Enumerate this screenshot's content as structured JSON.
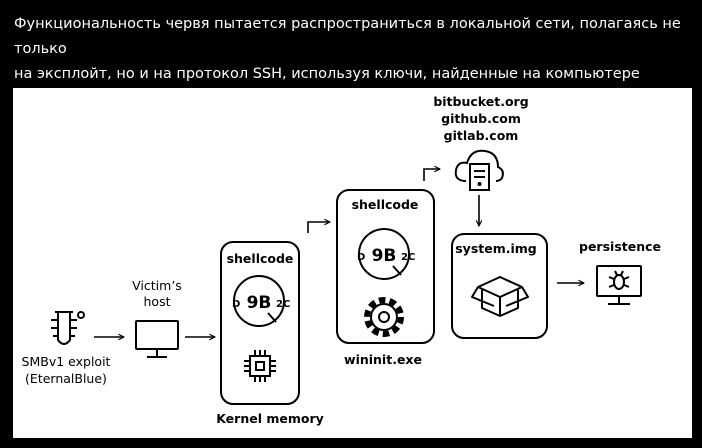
{
  "intro": {
    "line1": "Функциональность червя пытается распространиться в локальной сети, полагаясь не только",
    "line2": "на эксплойт, но и на протокол SSH, используя ключи, найденные на компьютере жертвы."
  },
  "diagram": {
    "exploit_label_1": "SMBv1 exploit",
    "exploit_label_2": "(EternalBlue)",
    "victim_label_1": "Victim’s",
    "victim_label_2": "host",
    "kernel_box_title": "shellcode",
    "kernel_logo": "9B",
    "kernel_memory_label": "Kernel memory",
    "wininit_box_title": "shellcode",
    "wininit_logo": "9B",
    "wininit_label": "wininit.exe",
    "hosts": [
      "bitbucket.org",
      "github.com",
      "gitlab.com"
    ],
    "system_img_label": "system.img",
    "persistence_label": "persistence"
  }
}
